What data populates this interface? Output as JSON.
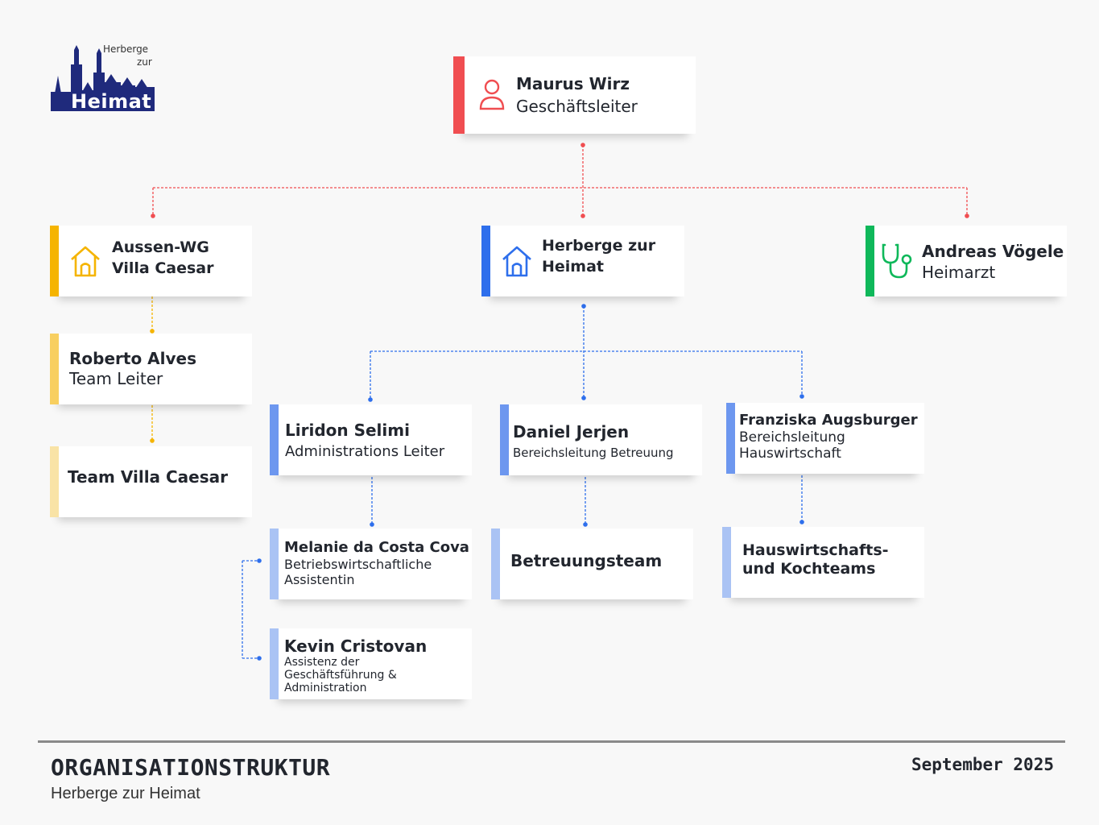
{
  "logo": {
    "line1": "Herberge",
    "line2": "zur",
    "line3": "Heimat",
    "color": "#1f2a7c"
  },
  "colors": {
    "red": "#f04e51",
    "yellow": "#f5b400",
    "yellow_light": "#f8cf60",
    "yellow_pale": "#f9e3a6",
    "blue": "#2e6fec",
    "blue_mid": "#6d97ef",
    "blue_light": "#aac3f4",
    "green": "#0fb85a"
  },
  "nodes": {
    "ceo": {
      "name": "Maurus Wirz",
      "role": "Geschäftsleiter",
      "icon": "person-icon"
    },
    "aussen_wg": {
      "name_line1": "Aussen-WG",
      "name_line2": "Villa Caesar",
      "icon": "house-icon"
    },
    "herberge": {
      "name_line1": "Herberge zur",
      "name_line2": "Heimat",
      "icon": "house-icon"
    },
    "arzt": {
      "name": "Andreas Vögele",
      "role": "Heimarzt",
      "icon": "stethoscope-icon"
    },
    "roberto": {
      "name": "Roberto Alves",
      "role": "Team Leiter"
    },
    "team_villa": {
      "name": "Team Villa Caesar"
    },
    "liridon": {
      "name": "Liridon Selimi",
      "role": "Administrations Leiter"
    },
    "daniel": {
      "name": "Daniel Jerjen",
      "role": "Bereichsleitung Betreuung"
    },
    "franziska": {
      "name": "Franziska Augsburger",
      "role_line1": "Bereichsleitung",
      "role_line2": "Hauswirtschaft"
    },
    "melanie": {
      "name": "Melanie da Costa Cova",
      "role_line1": "Betriebswirtschaftliche",
      "role_line2": "Assistentin"
    },
    "kevin": {
      "name": "Kevin Cristovan",
      "role_line1": "Assistenz der",
      "role_line2": "Geschäftsführung &",
      "role_line3": "Administration"
    },
    "betreuungsteam": {
      "name": "Betreuungsteam"
    },
    "hauswirtschaft_team": {
      "name_line1": "Hauswirtschafts-",
      "name_line2": "und Kochteams"
    }
  },
  "footer": {
    "title": "ORGANISATIONSTRUKTUR",
    "subtitle": "Herberge zur Heimat",
    "date": "September 2025"
  }
}
